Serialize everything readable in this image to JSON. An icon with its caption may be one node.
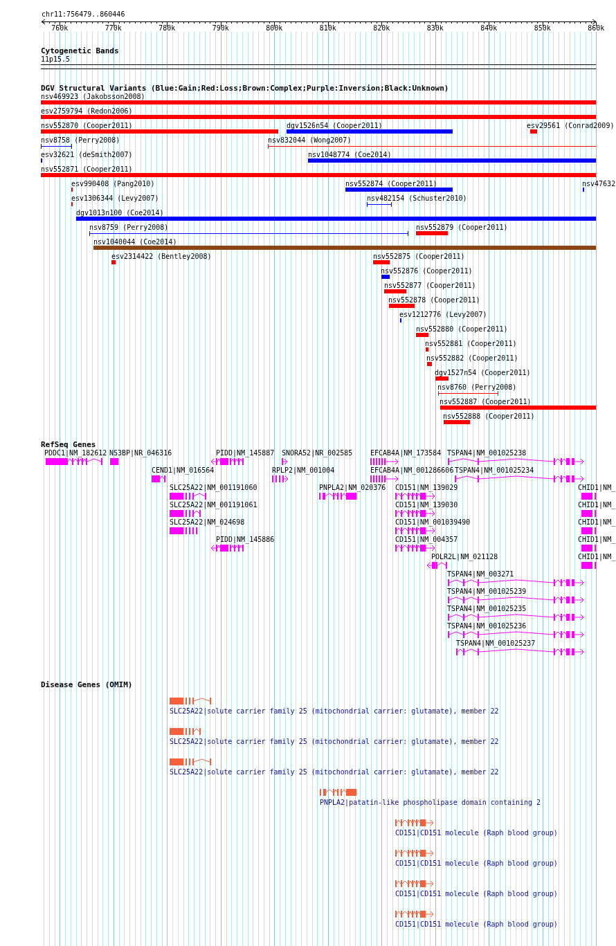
{
  "diagram": {
    "labels": [
      "chr11:756479..860446",
      "760k",
      "770k",
      "780k",
      "790k",
      "800k",
      "810k",
      "820k",
      "830k",
      "840k",
      "850k",
      "860k",
      "Cytogenetic Bands",
      "11p15.5",
      "DGV Structural Variants (Blue:Gain;Red:Loss;Brown:Complex;Purple:Inversion;Black:Unknown)",
      "nsv469923 (Jakobsson2008)",
      "esv2759794 (Redon2006)",
      "nsv552870 (Cooper2011)",
      "dgv1526n54 (Cooper2011)",
      "esv29561 (Conrad2009)",
      "nsv8758 (Perry2008)",
      "nsv832044 (Wong2007)",
      "esv32621 (deSmith2007)",
      "nsv1048774 (Coe2014)",
      "nsv552871 (Cooper2011)",
      "esv990408 (Pang2010)",
      "nsv552874 (Cooper2011)",
      "nsv47632",
      "esv1306344 (Levy2007)",
      "nsv482154 (Schuster2010)",
      "dgv1013n100 (Coe2014)",
      "nsv8759 (Perry2008)",
      "nsv552879 (Cooper2011)",
      "nsv1040044 (Coe2014)",
      "esv2314422 (Bentley2008)",
      "nsv552875 (Cooper2011)",
      "nsv552876 (Cooper2011)",
      "nsv552877 (Cooper2011)",
      "nsv552878 (Cooper2011)",
      "esv1212776 (Levy2007)",
      "nsv552880 (Cooper2011)",
      "nsv552881 (Cooper2011)",
      "nsv552882 (Cooper2011)",
      "dgv1527n54 (Cooper2011)",
      "nsv8760 (Perry2008)",
      "nsv552887 (Cooper2011)",
      "nsv552888 (Cooper2011)",
      "RefSeq Genes",
      "PDDC1|NM_182612",
      "NS3BP|NR_046316",
      "PIDD|NM_145887",
      "SNORA52|NR_002585",
      "EFCAB4A|NM_173584",
      "TSPAN4|NM_001025238",
      "CEND1|NM_016564",
      "RPLP2|NM_001004",
      "EFCAB4A|NM_001286606",
      "TSPAN4|NM_001025234",
      "SLC25A22|NM_001191060",
      "PNPLA2|NM_020376",
      "CD151|NM_139029",
      "CHID1|NM_",
      "SLC25A22|NM_001191061",
      "CD151|NM_139030",
      "CHID1|NM_",
      "SLC25A22|NM_024698",
      "CD151|NM_001039490",
      "CHID1|NM_",
      "PIDD|NM_145886",
      "CD151|NM_004357",
      "CHID1|NM_",
      "POLR2L|NM_021128",
      "CHID1|NM_",
      "TSPAN4|NM_003271",
      "TSPAN4|NM_001025239",
      "TSPAN4|NM_001025235",
      "TSPAN4|NM_001025236",
      "TSPAN4|NM_001025237",
      "Disease Genes (OMIM)",
      "SLC25A22|solute carrier family 25 (mitochondrial carrier: glutamate), member 22",
      "SLC25A22|solute carrier family 25 (mitochondrial carrier: glutamate), member 22",
      "SLC25A22|solute carrier family 25 (mitochondrial carrier: glutamate), member 22",
      "PNPLA2|patatin-like phospholipase domain containing 2",
      "CD151|CD151 molecule (Raph blood group)",
      "CD151|CD151 molecule (Raph blood group)",
      "CD151|CD151 molecule (Raph blood group)",
      "CD151|CD151 molecule (Raph blood group)"
    ]
  }
}
